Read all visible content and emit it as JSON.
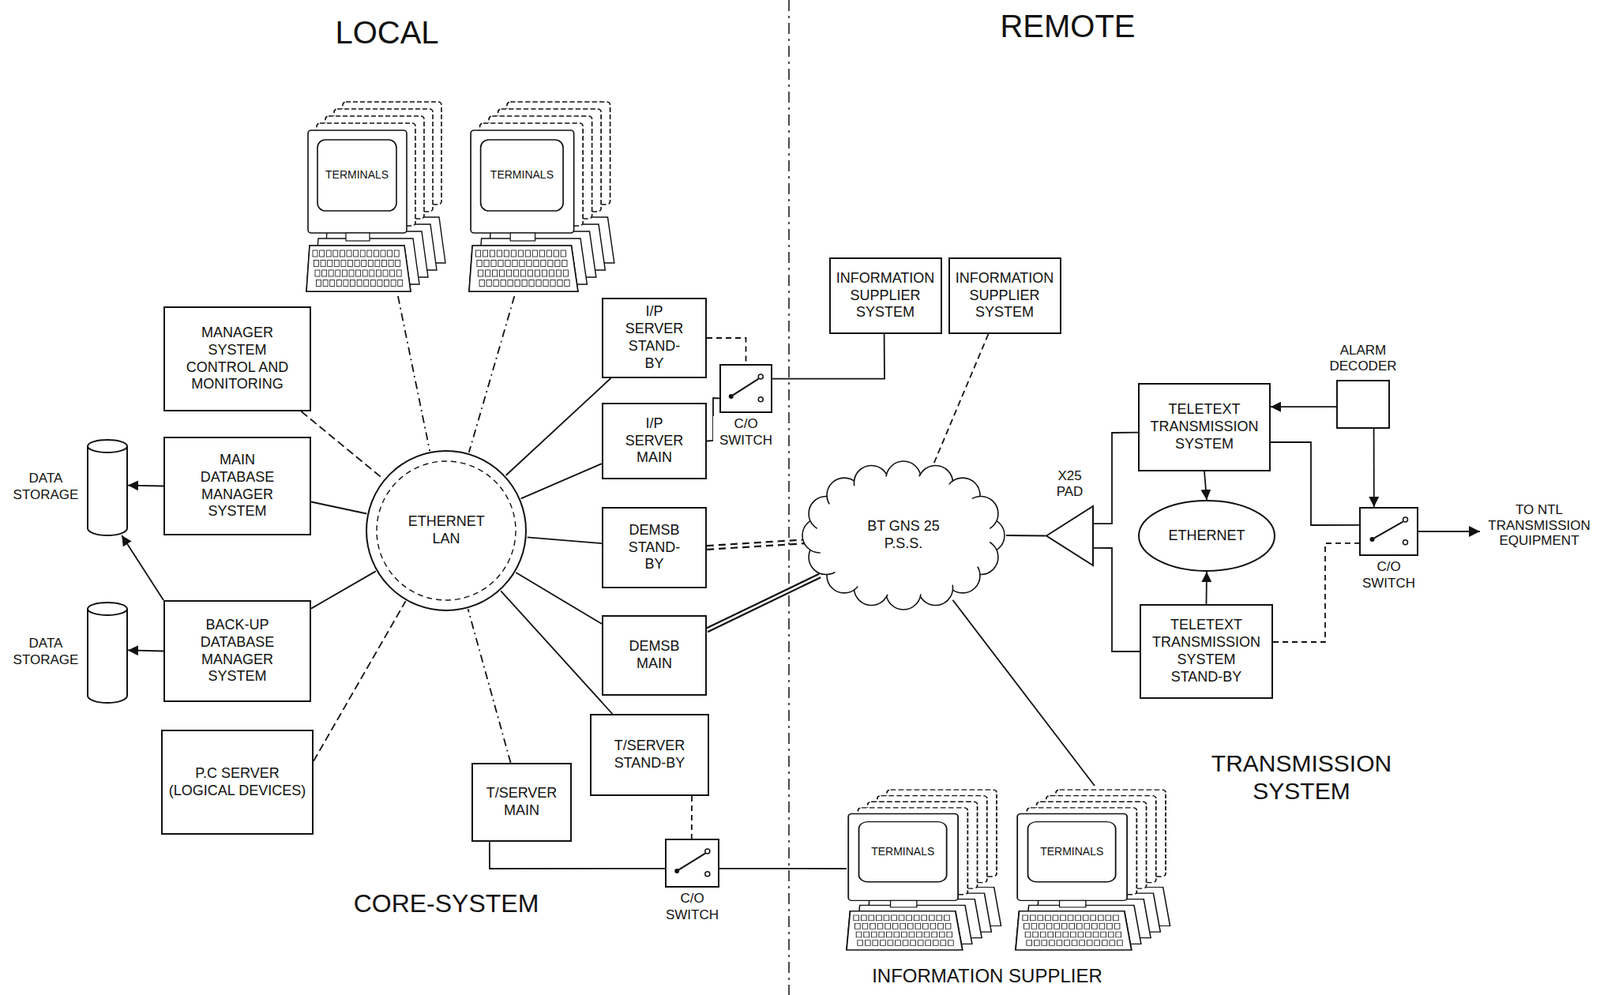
{
  "diagram": {
    "nodes": [
      {
        "text": [
          "TERMINALS"
        ]
      },
      {
        "text": [
          "TERMINALS"
        ]
      },
      {
        "text": [
          "INFORMATION SUPPLIER SYSTEM"
        ]
      },
      {
        "text": [
          "INFORMATION SUPPLIER SYSTEM"
        ]
      },
      {
        "text": [
          "I/P SERVER STAND-BY"
        ]
      },
      {
        "text": [
          "MANAGER SYSTEM CONTROL AND MONITORING"
        ]
      },
      {
        "text": [
          "ALARM DECODER"
        ]
      },
      {
        "text": [
          "C/O SWITCH"
        ]
      },
      {
        "text": [
          "TELETEXT TRANSMISSION SYSTEM"
        ]
      },
      {
        "text": [
          "I/P SERVER MAIN"
        ]
      },
      {
        "text": [
          "DATA STORAGE"
        ]
      },
      {
        "text": [
          "MAIN DATABASE MANAGER SYSTEM"
        ]
      },
      {
        "text": [
          "ETHERNET LAN"
        ]
      },
      {
        "text": [
          "DEMSB STAND-BY"
        ]
      },
      {
        "text": [
          "BT GNS 25 P.S.S."
        ]
      },
      {
        "text": [
          "X25 PAD"
        ]
      },
      {
        "text": [
          "ETHERNET"
        ]
      },
      {
        "text": [
          "C/O SWITCH"
        ]
      },
      {
        "text": [
          "DEMSB MAIN"
        ]
      },
      {
        "text": [
          "DATA STORAGE"
        ]
      },
      {
        "text": [
          "BACK-UP DATABASE MANAGER SYSTEM"
        ]
      },
      {
        "text": [
          "TELETEXT TRANSMISSION SYSTEM STAND-BY"
        ]
      },
      {
        "text": [
          "T/SERVER STAND-BY"
        ]
      },
      {
        "text": [
          "T/SERVER MAIN"
        ]
      },
      {
        "text": [
          "P.C SERVER (LOGICAL DEVICES)"
        ]
      },
      {
        "text": [
          "C/O SWITCH"
        ]
      },
      {
        "text": [
          "TERMINALS"
        ]
      },
      {
        "text": [
          "TERMINALS"
        ]
      }
    ],
    "edges": [
      {
        "from": 0,
        "to": 12,
        "arrow": "none"
      },
      {
        "from": 1,
        "to": 12,
        "arrow": "none"
      },
      {
        "from": 5,
        "to": 12,
        "arrow": "none"
      },
      {
        "from": 11,
        "to": 12,
        "arrow": "none"
      },
      {
        "from": 20,
        "to": 12,
        "arrow": "none"
      },
      {
        "from": 24,
        "to": 12,
        "arrow": "none"
      },
      {
        "from": 11,
        "to": 10,
        "arrow": "to"
      },
      {
        "from": 20,
        "to": 19,
        "arrow": "to"
      },
      {
        "from": 20,
        "to": 10,
        "arrow": "to"
      },
      {
        "from": 4,
        "to": 12,
        "arrow": "none"
      },
      {
        "from": 9,
        "to": 12,
        "arrow": "none"
      },
      {
        "from": 13,
        "to": 12,
        "arrow": "none"
      },
      {
        "from": 18,
        "to": 12,
        "arrow": "none"
      },
      {
        "from": 22,
        "to": 12,
        "arrow": "none"
      },
      {
        "from": 23,
        "to": 12,
        "arrow": "none"
      },
      {
        "from": 4,
        "to": 7,
        "arrow": "none"
      },
      {
        "from": 9,
        "to": 7,
        "arrow": "none"
      },
      {
        "from": 7,
        "to": 2,
        "arrow": "none"
      },
      {
        "from": 3,
        "to": 14,
        "arrow": "none"
      },
      {
        "from": 13,
        "to": 14,
        "arrow": "none"
      },
      {
        "from": 18,
        "to": 14,
        "arrow": "none"
      },
      {
        "from": 22,
        "to": 25,
        "arrow": "none"
      },
      {
        "from": 23,
        "to": 25,
        "arrow": "none"
      },
      {
        "from": 25,
        "to": 26,
        "arrow": "none"
      },
      {
        "from": 14,
        "to": 27,
        "arrow": "none"
      },
      {
        "from": 14,
        "to": 15,
        "arrow": "none"
      },
      {
        "from": 15,
        "to": 8,
        "arrow": "none"
      },
      {
        "from": 15,
        "to": 21,
        "arrow": "none"
      },
      {
        "from": 8,
        "to": 16,
        "arrow": "to"
      },
      {
        "from": 21,
        "to": 16,
        "arrow": "to"
      },
      {
        "from": 6,
        "to": 8,
        "arrow": "to"
      },
      {
        "from": 6,
        "to": 17,
        "arrow": "to"
      },
      {
        "from": 8,
        "to": 17,
        "arrow": "none"
      },
      {
        "from": 21,
        "to": 17,
        "arrow": "none"
      }
    ],
    "labels": [
      "LOCAL",
      "REMOTE",
      "CORE-SYSTEM",
      "TRANSMISSION SYSTEM",
      "INFORMATION SUPPLIER",
      "TO NTL TRANSMISSION EQUIPMENT"
    ]
  }
}
